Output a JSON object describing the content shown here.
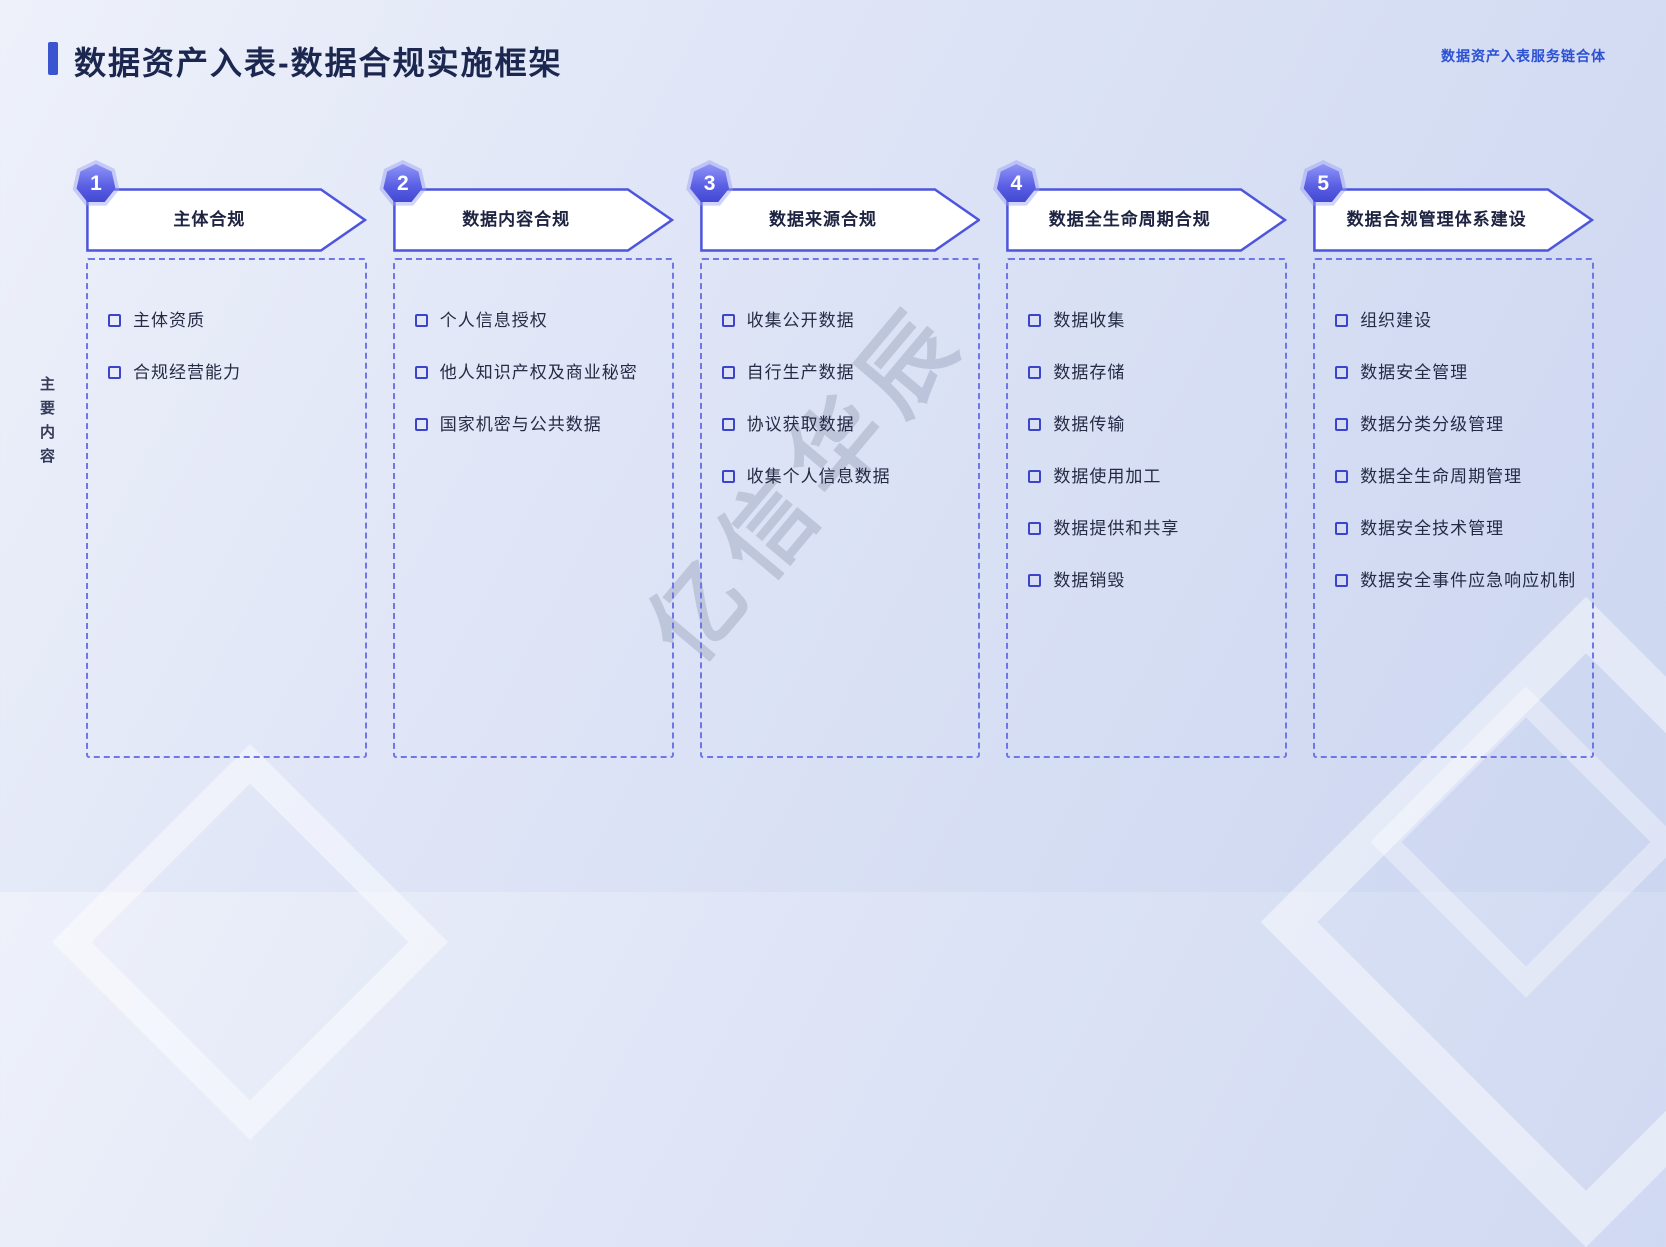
{
  "page": {
    "title": "数据资产入表-数据合规实施框架",
    "brand": "数据资产入表服务链合体",
    "side_label": "主要内容",
    "watermark": "亿信华辰"
  },
  "colors": {
    "accent_blue": "#3a55cf",
    "banner_border": "#4d55dd",
    "dashed_border": "#6f77e8",
    "badge_top": "#9095f7",
    "badge_bottom": "#3f45cf",
    "title_text": "#1c2750",
    "item_text": "#262b45"
  },
  "columns": [
    {
      "number": "1",
      "title": "主体合规",
      "items": [
        "主体资质",
        "合规经营能力"
      ]
    },
    {
      "number": "2",
      "title": "数据内容合规",
      "items": [
        "个人信息授权",
        "他人知识产权及商业秘密",
        "国家机密与公共数据"
      ]
    },
    {
      "number": "3",
      "title": "数据来源合规",
      "items": [
        "收集公开数据",
        "自行生产数据",
        "协议获取数据",
        "收集个人信息数据"
      ]
    },
    {
      "number": "4",
      "title": "数据全生命周期合规",
      "items": [
        "数据收集",
        "数据存储",
        "数据传输",
        "数据使用加工",
        "数据提供和共享",
        "数据销毁"
      ]
    },
    {
      "number": "5",
      "title": "数据合规管理体系建设",
      "items": [
        "组织建设",
        "数据安全管理",
        "数据分类分级管理",
        "数据全生命周期管理",
        "数据安全技术管理",
        "数据安全事件应急响应机制"
      ]
    }
  ]
}
